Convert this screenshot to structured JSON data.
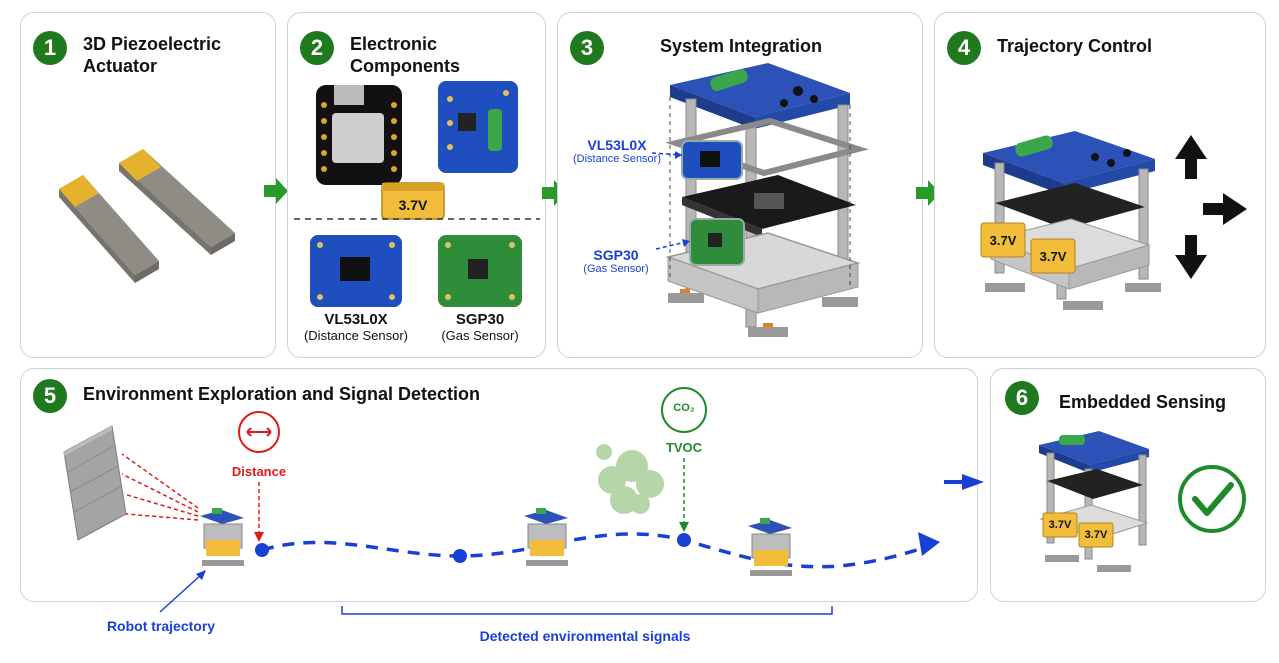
{
  "panels": [
    {
      "num": "1",
      "title": "3D Piezoelectric Actuator"
    },
    {
      "num": "2",
      "title": "Electronic Components"
    },
    {
      "num": "3",
      "title": "System Integration"
    },
    {
      "num": "4",
      "title": "Trajectory Control"
    },
    {
      "num": "5",
      "title": "Environment Exploration and Signal Detection"
    },
    {
      "num": "6",
      "title": "Embedded Sensing"
    }
  ],
  "components": {
    "battery": "3.7V",
    "distance_sensor_name": "VL53L0X",
    "distance_sensor_desc": "(Distance Sensor)",
    "gas_sensor_name": "SGP30",
    "gas_sensor_desc": "(Gas Sensor)"
  },
  "integration": {
    "distance_name": "VL53L0X",
    "distance_desc": "(Distance Sensor)",
    "gas_name": "SGP30",
    "gas_desc": "(Gas Sensor)"
  },
  "robot_battery": "3.7V",
  "exploration": {
    "distance_label": "Distance",
    "co2_label": "CO₂",
    "tvoc_label": "TVOC",
    "robot_trajectory": "Robot trajectory",
    "detected_signals": "Detected environmental signals"
  },
  "colors": {
    "green": "#1f7a1f",
    "blue": "#1a3fd6",
    "red": "#e01b1b",
    "board_blue": "#1f4fbf"
  }
}
